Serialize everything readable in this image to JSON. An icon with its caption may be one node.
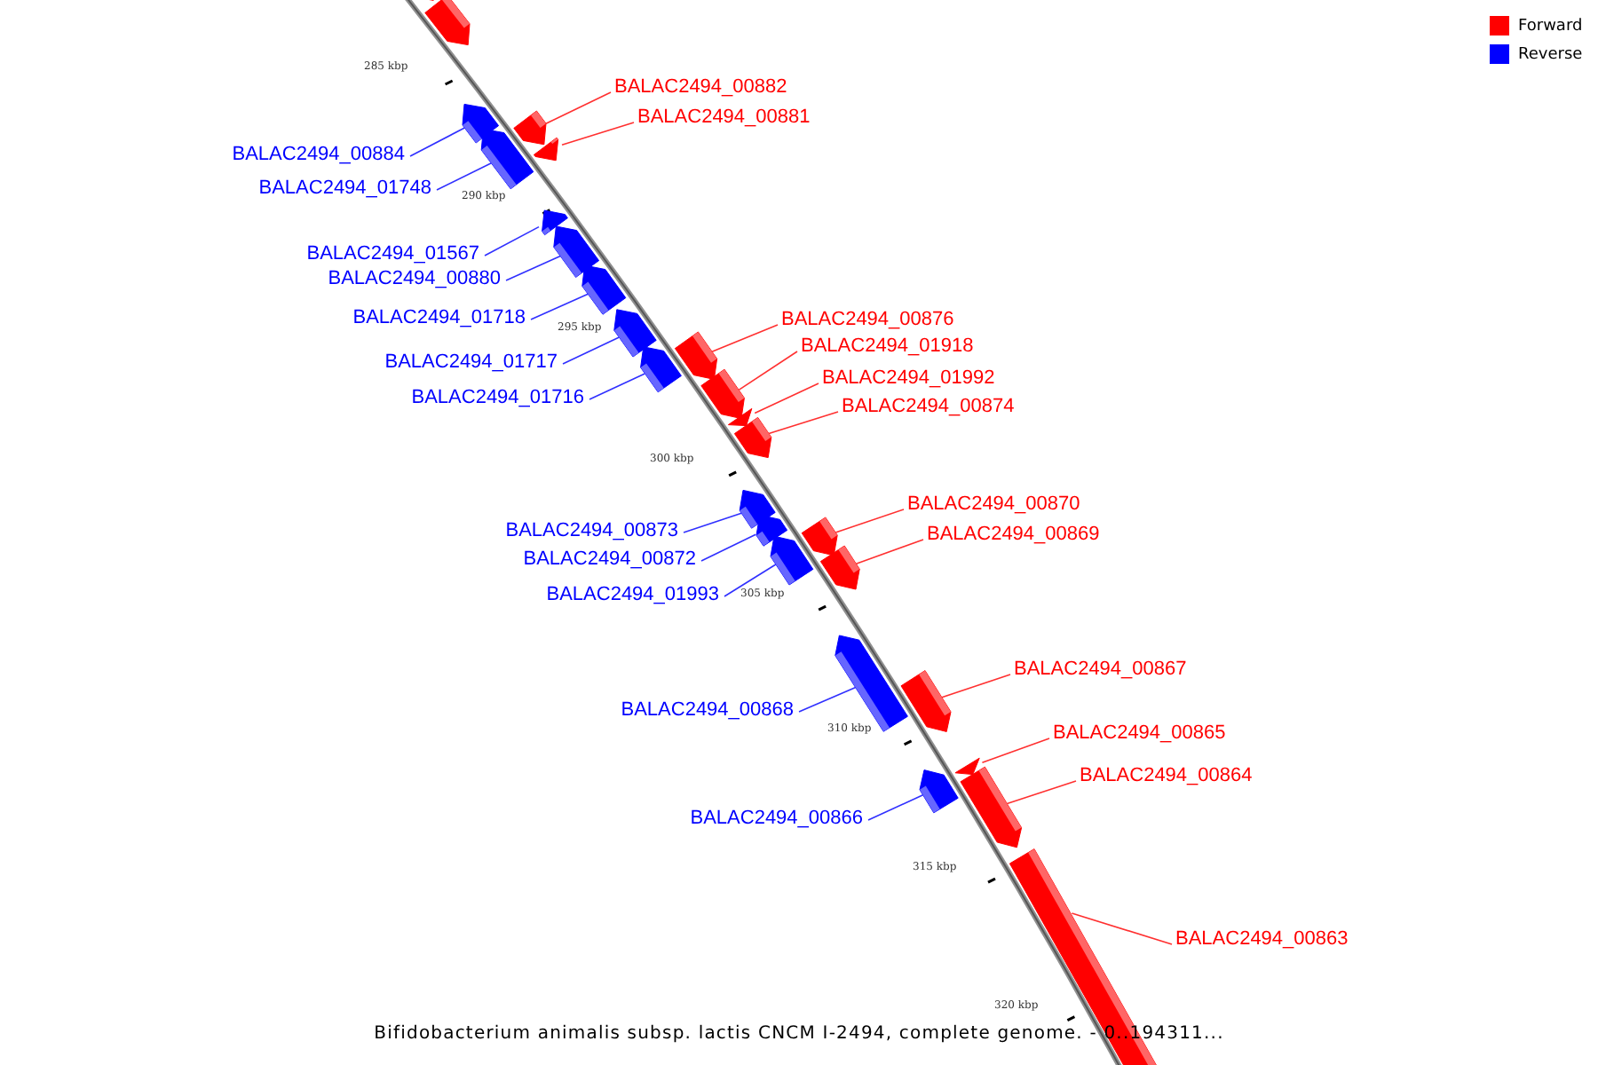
{
  "diagram": {
    "caption": "Bifidobacterium animalis subsp. lactis CNCM I-2494, complete genome. - 0..194311...",
    "nodes": [
      {
        "text": [],
        "shape": "arrow"
      },
      {
        "text": [],
        "shape": "arrow"
      },
      {
        "text": [
          "BALAC2494_00882"
        ]
      },
      {
        "text": [],
        "shape": "arrow"
      },
      {
        "text": [
          "BALAC2494_00881"
        ]
      },
      {
        "text": [],
        "shape": "arrow"
      },
      {
        "text": [
          "BALAC2494_00884"
        ]
      },
      {
        "text": [],
        "shape": "arrow"
      },
      {
        "text": [
          "BALAC2494_01748"
        ]
      },
      {
        "text": [],
        "shape": "arrow"
      },
      {
        "text": [
          "BALAC2494_01567"
        ]
      },
      {
        "text": [],
        "shape": "arrow"
      },
      {
        "text": [
          "BALAC2494_00880"
        ]
      },
      {
        "text": [],
        "shape": "arrow"
      },
      {
        "text": [
          "BALAC2494_01718"
        ]
      },
      {
        "text": [],
        "shape": "arrow"
      },
      {
        "text": [
          "BALAC2494_00876"
        ]
      },
      {
        "text": [],
        "shape": "arrow"
      },
      {
        "text": [
          "BALAC2494_01918"
        ]
      },
      {
        "text": [],
        "shape": "arrow"
      },
      {
        "text": [
          "BALAC2494_01717"
        ]
      },
      {
        "text": [],
        "shape": "arrow"
      },
      {
        "text": [
          "BALAC2494_01992"
        ]
      },
      {
        "text": [],
        "shape": "arrow"
      },
      {
        "text": [
          "BALAC2494_01716"
        ]
      },
      {
        "text": [],
        "shape": "arrow"
      },
      {
        "text": [
          "BALAC2494_00874"
        ]
      },
      {
        "text": [],
        "shape": "arrow"
      },
      {
        "text": [
          "BALAC2494_00870"
        ]
      },
      {
        "text": [],
        "shape": "arrow"
      },
      {
        "text": [
          "BALAC2494_00873"
        ]
      },
      {
        "text": [],
        "shape": "arrow"
      },
      {
        "text": [
          "BALAC2494_00869"
        ]
      },
      {
        "text": [],
        "shape": "arrow"
      },
      {
        "text": [
          "BALAC2494_00872"
        ]
      },
      {
        "text": [],
        "shape": "arrow"
      },
      {
        "text": [
          "BALAC2494_01993"
        ]
      },
      {
        "text": [],
        "shape": "arrow"
      },
      {
        "text": [
          "BALAC2494_00867"
        ]
      },
      {
        "text": [],
        "shape": "arrow"
      },
      {
        "text": [
          "BALAC2494_00868"
        ]
      },
      {
        "text": [],
        "shape": "arrow"
      },
      {
        "text": [
          "BALAC2494_00865"
        ]
      },
      {
        "text": [],
        "shape": "arrow"
      },
      {
        "text": [
          "BALAC2494_00864"
        ]
      },
      {
        "text": [],
        "shape": "arrow"
      },
      {
        "text": [
          "BALAC2494_00866"
        ]
      },
      {
        "text": [],
        "shape": "arrow"
      },
      {
        "text": [
          "BALAC2494_00863"
        ]
      },
      {
        "text": [],
        "shape": "arrow"
      }
    ],
    "edges": [
      {
        "from": 2,
        "to": 3,
        "arrow": "none"
      },
      {
        "from": 4,
        "to": 5,
        "arrow": "none"
      },
      {
        "from": 6,
        "to": 7,
        "arrow": "none",
        "color": "#3030ff"
      },
      {
        "from": 8,
        "to": 9,
        "arrow": "none",
        "color": "#3030ff"
      },
      {
        "from": 10,
        "to": 11,
        "arrow": "none",
        "color": "#3030ff"
      },
      {
        "from": 12,
        "to": 13,
        "arrow": "none",
        "color": "#3030ff"
      },
      {
        "from": 14,
        "to": 15,
        "arrow": "none",
        "color": "#3030ff"
      },
      {
        "from": 16,
        "to": 17,
        "arrow": "none"
      },
      {
        "from": 18,
        "to": 19,
        "arrow": "none"
      },
      {
        "from": 20,
        "to": 21,
        "arrow": "none",
        "color": "#3030ff"
      },
      {
        "from": 22,
        "to": 23,
        "arrow": "none"
      },
      {
        "from": 24,
        "to": 25,
        "arrow": "none",
        "color": "#3030ff"
      },
      {
        "from": 26,
        "to": 27,
        "arrow": "none"
      },
      {
        "from": 28,
        "to": 29,
        "arrow": "none"
      },
      {
        "from": 30,
        "to": 31,
        "arrow": "none",
        "color": "#3030ff"
      },
      {
        "from": 32,
        "to": 33,
        "arrow": "none"
      },
      {
        "from": 34,
        "to": 35,
        "arrow": "none",
        "color": "#3030ff"
      },
      {
        "from": 36,
        "to": 37,
        "arrow": "none",
        "color": "#3030ff"
      },
      {
        "from": 38,
        "to": 39,
        "arrow": "none"
      },
      {
        "from": 40,
        "to": 41,
        "arrow": "none",
        "color": "#3030ff"
      },
      {
        "from": 42,
        "to": 43,
        "arrow": "none"
      },
      {
        "from": 44,
        "to": 45,
        "arrow": "none"
      },
      {
        "from": 46,
        "to": 47,
        "arrow": "none",
        "color": "#3030ff"
      },
      {
        "from": 48,
        "to": 49,
        "arrow": "none"
      }
    ],
    "labels": [
      "285 kbp",
      "290 kbp",
      "295 kbp",
      "300 kbp",
      "305 kbp",
      "310 kbp",
      "315 kbp",
      "320 kbp"
    ],
    "legend": [
      {
        "text": "Forward",
        "color": "#ff0000"
      },
      {
        "text": "Reverse",
        "color": "#0000ff"
      }
    ]
  }
}
